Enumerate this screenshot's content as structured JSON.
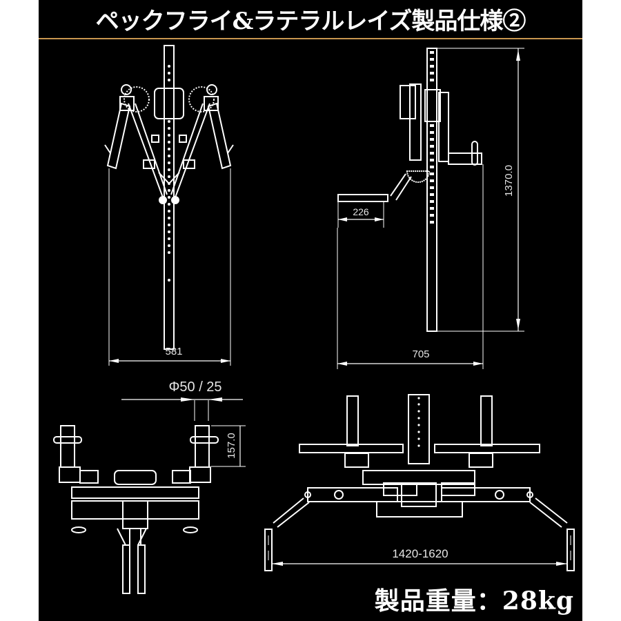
{
  "header": {
    "title": "ペックフライ&ラテラルレイズ製品仕様②"
  },
  "colors": {
    "background": "#000000",
    "outer_margin": "#ffffff",
    "divider": "#c8964f",
    "line": "#ffffff"
  },
  "views": {
    "front": {
      "label": "front-view",
      "width_dim": "581"
    },
    "side": {
      "label": "side-view",
      "depth_dim": "705",
      "height_dim": "1370.0",
      "arm_dim": "226"
    },
    "top_detail": {
      "label": "top-view-base",
      "pin_dim": "Φ50 / 25",
      "post_dim": "157.0"
    },
    "top_wide": {
      "label": "top-view-handles",
      "span_dim": "1420-1620"
    }
  },
  "footer": {
    "weight": "製品重量：28kg"
  }
}
